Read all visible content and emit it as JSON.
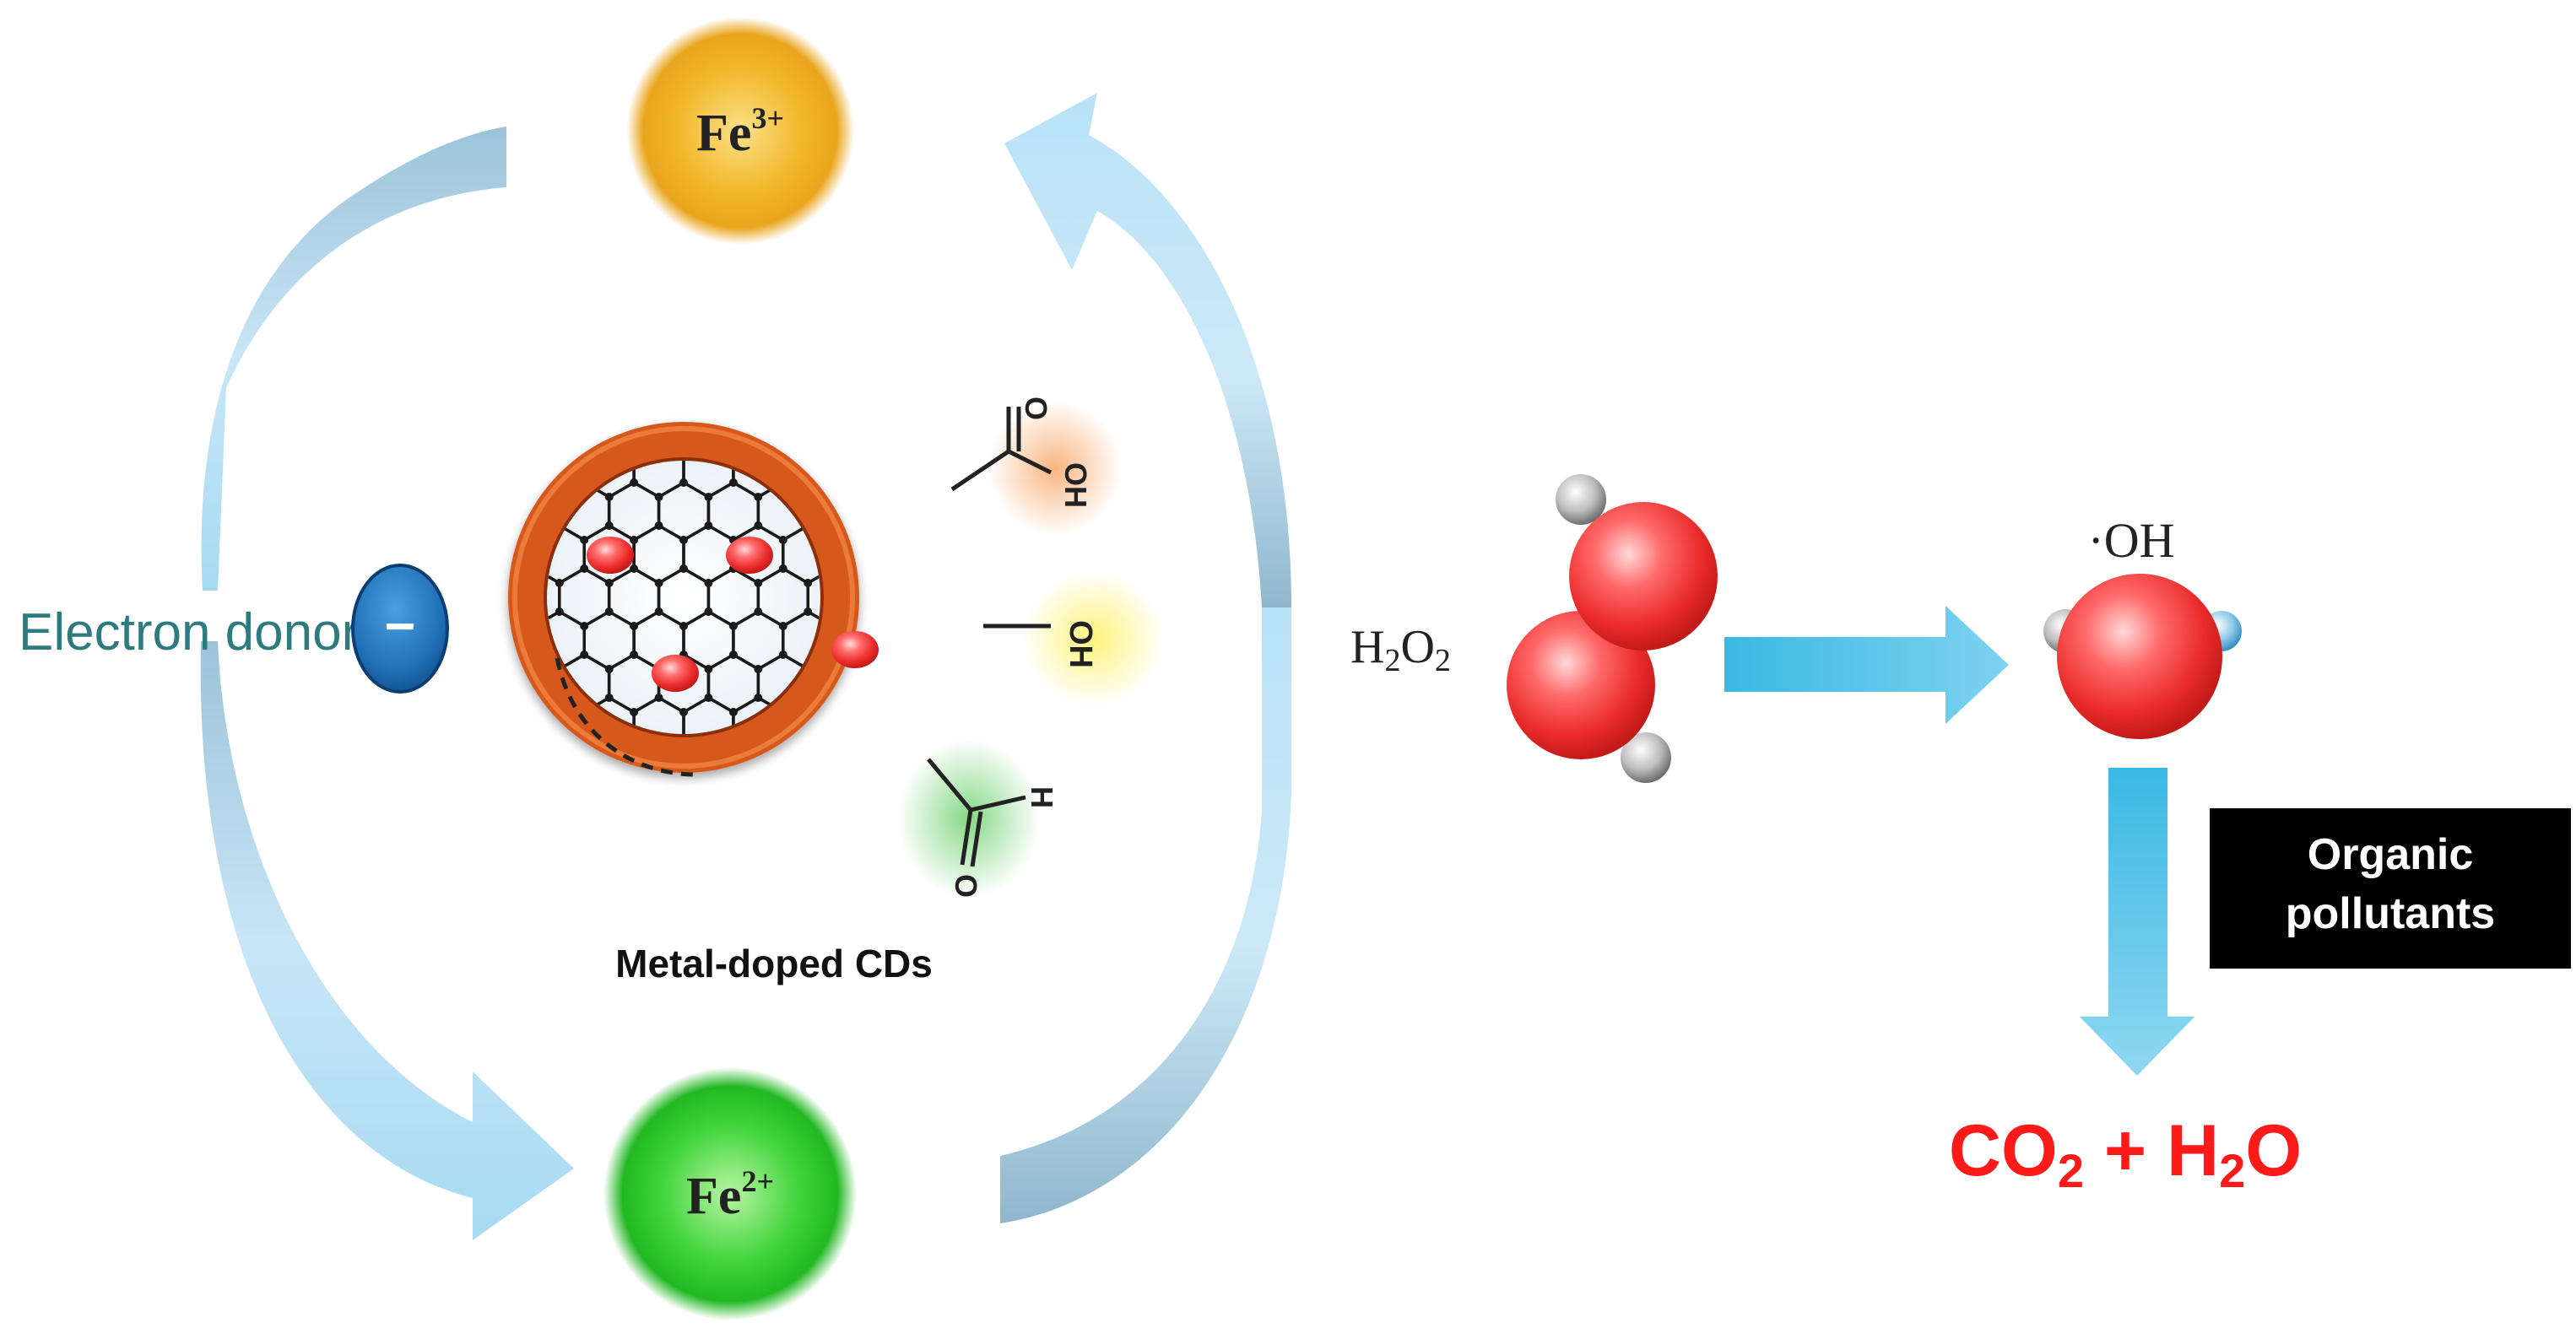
{
  "ions": {
    "fe3": {
      "base": "Fe",
      "charge": "3+"
    },
    "fe2": {
      "base": "Fe",
      "charge": "2+"
    }
  },
  "donor": {
    "label": "Electron donor",
    "sign": "−"
  },
  "cd": {
    "label": "Metal-doped CDs",
    "groups": {
      "carboxyl": "OH",
      "carboxyl_o": "O",
      "hydroxyl": "OH",
      "aldehyde_h": "H",
      "aldehyde_o": "O"
    }
  },
  "reaction": {
    "reactant": {
      "p1": "H",
      "s1": "2",
      "p2": "O",
      "s2": "2"
    },
    "radical": "·OH",
    "pollutants_box": {
      "line1": "Organic",
      "line2": "pollutants"
    },
    "product": {
      "p1": "CO",
      "s1": "2",
      "p2": " + H",
      "s2": "2",
      "p3": "O"
    }
  },
  "colors": {
    "fe3": "#e9a51c",
    "fe2": "#2fc12f",
    "donor_text": "#2d7a7f",
    "donor_circle": "#1f6fb5",
    "ring": "#d7581a",
    "atom_red": "#ee2a2a",
    "arrow_blue": "#45c0e6",
    "cycle_light": "#b9e0f5",
    "cycle_dark": "#8fbad1",
    "product_red": "#ff1a1a",
    "box": "#000000"
  }
}
